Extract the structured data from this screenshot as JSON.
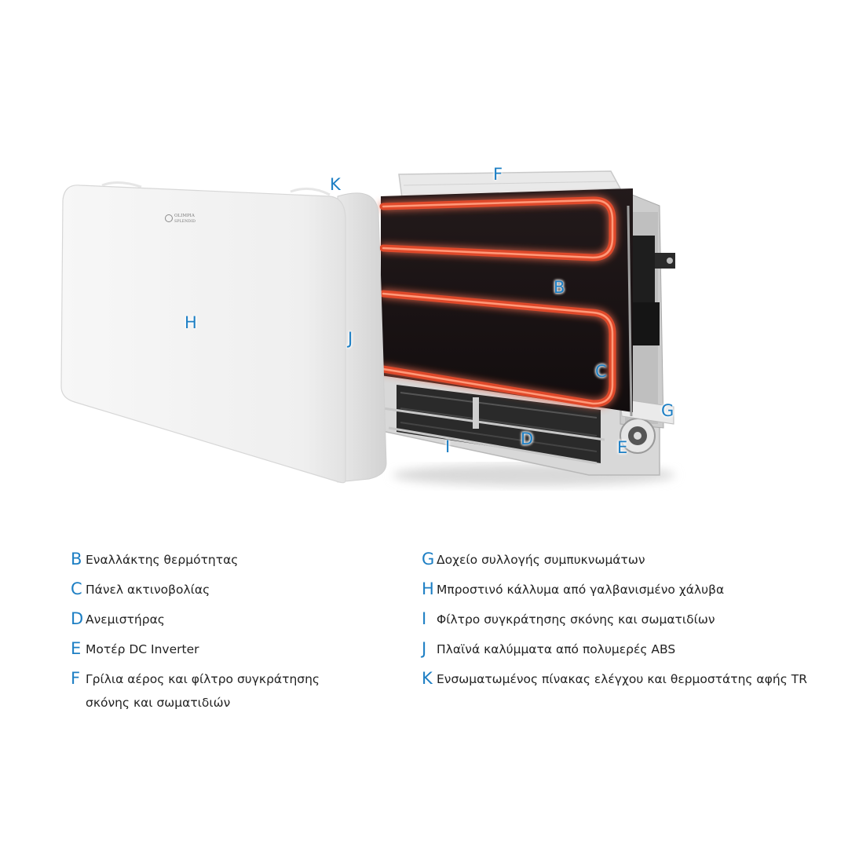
{
  "brand_logo": {
    "line1": "OLIMPIA",
    "line2": "SPLENDID"
  },
  "callouts": {
    "B": "B",
    "C": "C",
    "D": "D",
    "E": "E",
    "F": "F",
    "G": "G",
    "H": "H",
    "I": "I",
    "J": "J",
    "K": "K"
  },
  "legend": {
    "left": [
      {
        "letter": "B",
        "text": "Εναλλάκτης θερμότητας"
      },
      {
        "letter": "C",
        "text": "Πάνελ ακτινοβολίας"
      },
      {
        "letter": "D",
        "text": "Ανεμιστήρας"
      },
      {
        "letter": "E",
        "text": "Μοτέρ DC Inverter"
      },
      {
        "letter": "F",
        "text": "Γρίλια αέρος και φίλτρο συγκράτησης\nσκόνης και σωματιδιών"
      }
    ],
    "right": [
      {
        "letter": "G",
        "text": "Δοχείο συλλογής συμπυκνωμάτων"
      },
      {
        "letter": "H",
        "text": "Μπροστινό κάλλυμα από γαλβανισμένο χάλυβα"
      },
      {
        "letter": "I",
        "text": "Φίλτρο συγκράτησης σκόνης και σωματιδίων"
      },
      {
        "letter": "J",
        "text": "Πλαϊνά καλύμματα από πολυμερές ABS"
      },
      {
        "letter": "K",
        "text": "Ενσωματωμένος πίνακας ελέγχου και θερμοστάτης αφής TR"
      }
    ]
  },
  "colors": {
    "accent": "#1d7fc4",
    "coil": "#e04a2c",
    "panel": "#1c1516",
    "cover": "#f3f3f3"
  }
}
